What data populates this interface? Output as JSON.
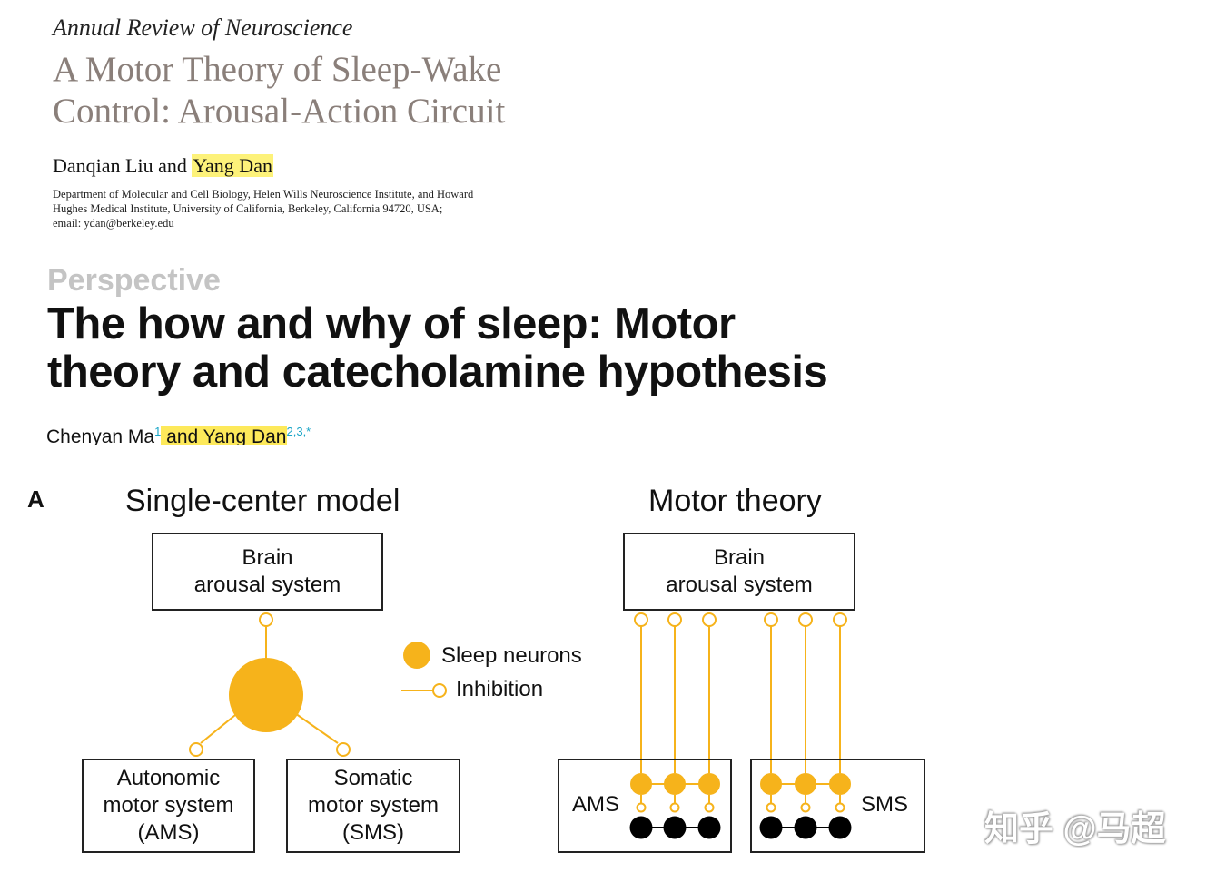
{
  "paper1": {
    "journal": "Annual Review of Neuroscience",
    "title_line1": "A Motor Theory of Sleep-Wake",
    "title_line2": "Control: Arousal-Action Circuit",
    "author_a": "Danqian Liu and ",
    "author_b": "Yang Dan",
    "affiliation_line1": "Department of Molecular and Cell Biology, Helen Wills Neuroscience Institute, and Howard",
    "affiliation_line2": "Hughes Medical Institute, University of California, Berkeley, California 94720, USA;",
    "affiliation_line3": "email: ydan@berkeley.edu"
  },
  "paper2": {
    "category": "Perspective",
    "title_line1": "The how and why of sleep: Motor",
    "title_line2": "theory and catecholamine hypothesis",
    "author_a": "Chenyan Ma",
    "author_a_sup": "1",
    "author_and": " and ",
    "author_b": "Yang Dan",
    "author_b_sup": "2,3,*"
  },
  "figure": {
    "panel_label": "A",
    "left_title": "Single-center model",
    "right_title": "Motor theory",
    "left_top_box": [
      "Brain",
      "arousal system"
    ],
    "left_ams_box": [
      "Autonomic",
      "motor system",
      "(AMS)"
    ],
    "left_sms_box": [
      "Somatic",
      "motor system",
      "(SMS)"
    ],
    "right_top_box": [
      "Brain",
      "arousal system"
    ],
    "legend_sleep": "Sleep neurons",
    "legend_inhibition": "Inhibition",
    "ams_label": "AMS",
    "sms_label": "SMS",
    "colors": {
      "accent": "#f6b31b",
      "node_dark": "#000000",
      "line": "#222222"
    }
  },
  "watermark": "知乎 @马超"
}
